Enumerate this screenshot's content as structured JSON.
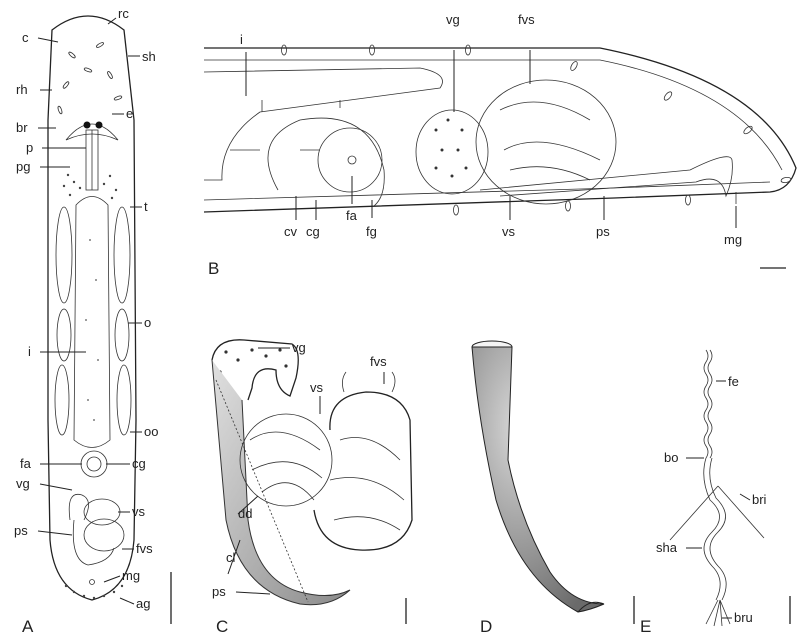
{
  "panels": {
    "A": {
      "letter": "A",
      "labels": {
        "rc": "rc",
        "c": "c",
        "sh": "sh",
        "rh": "rh",
        "e": "e",
        "br": "br",
        "p": "p",
        "pg": "pg",
        "t": "t",
        "o": "o",
        "i": "i",
        "oo": "oo",
        "fa": "fa",
        "cg": "cg",
        "vg": "vg",
        "vs": "vs",
        "ps": "ps",
        "fvs": "fvs",
        "mg": "mg",
        "ag": "ag"
      }
    },
    "B": {
      "letter": "B",
      "labels": {
        "i": "i",
        "vg": "vg",
        "fvs": "fvs",
        "cv": "cv",
        "cg": "cg",
        "fa": "fa",
        "fg": "fg",
        "vs": "vs",
        "ps": "ps",
        "mg": "mg"
      }
    },
    "C": {
      "letter": "C",
      "labels": {
        "vg": "vg",
        "vs": "vs",
        "fvs": "fvs",
        "dd": "dd",
        "cl": "cl",
        "ps": "ps"
      }
    },
    "D": {
      "letter": "D"
    },
    "E": {
      "letter": "E",
      "labels": {
        "fe": "fe",
        "bo": "bo",
        "bri": "bri",
        "sha": "sha",
        "bru": "bru"
      }
    }
  }
}
